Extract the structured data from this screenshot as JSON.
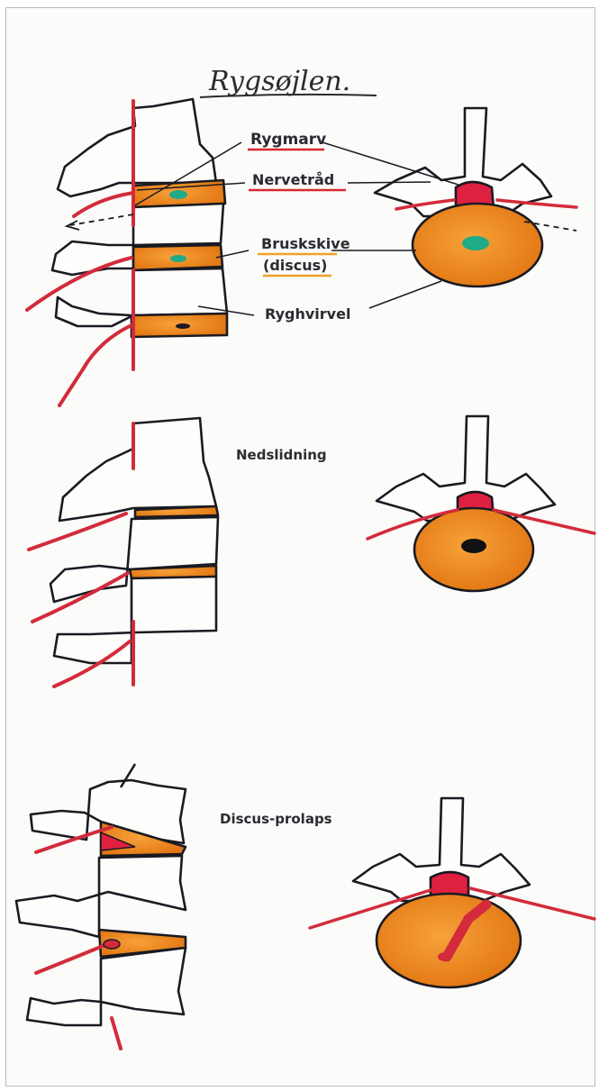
{
  "title": "Rygsøjlen.",
  "labels": {
    "rygmarv": "Rygmarv",
    "nervetrad": "Nervetråd",
    "bruskskive": "Bruskskive",
    "discus": "(discus)",
    "ryghvirvel": "Ryghvirvel"
  },
  "sections": {
    "nedslidning": "Nedslidning",
    "prolaps": "Discus-prolaps"
  },
  "colors": {
    "disc_orange": "#ef8a22",
    "disc_dark": "#e07410",
    "nerve_red": "#d32b3b",
    "cord_red": "#e02040",
    "nucleus_teal": "#1faa88",
    "outline": "#1a1a22",
    "underline_red": "#d8282f",
    "underline_orange": "#f0a22a"
  }
}
